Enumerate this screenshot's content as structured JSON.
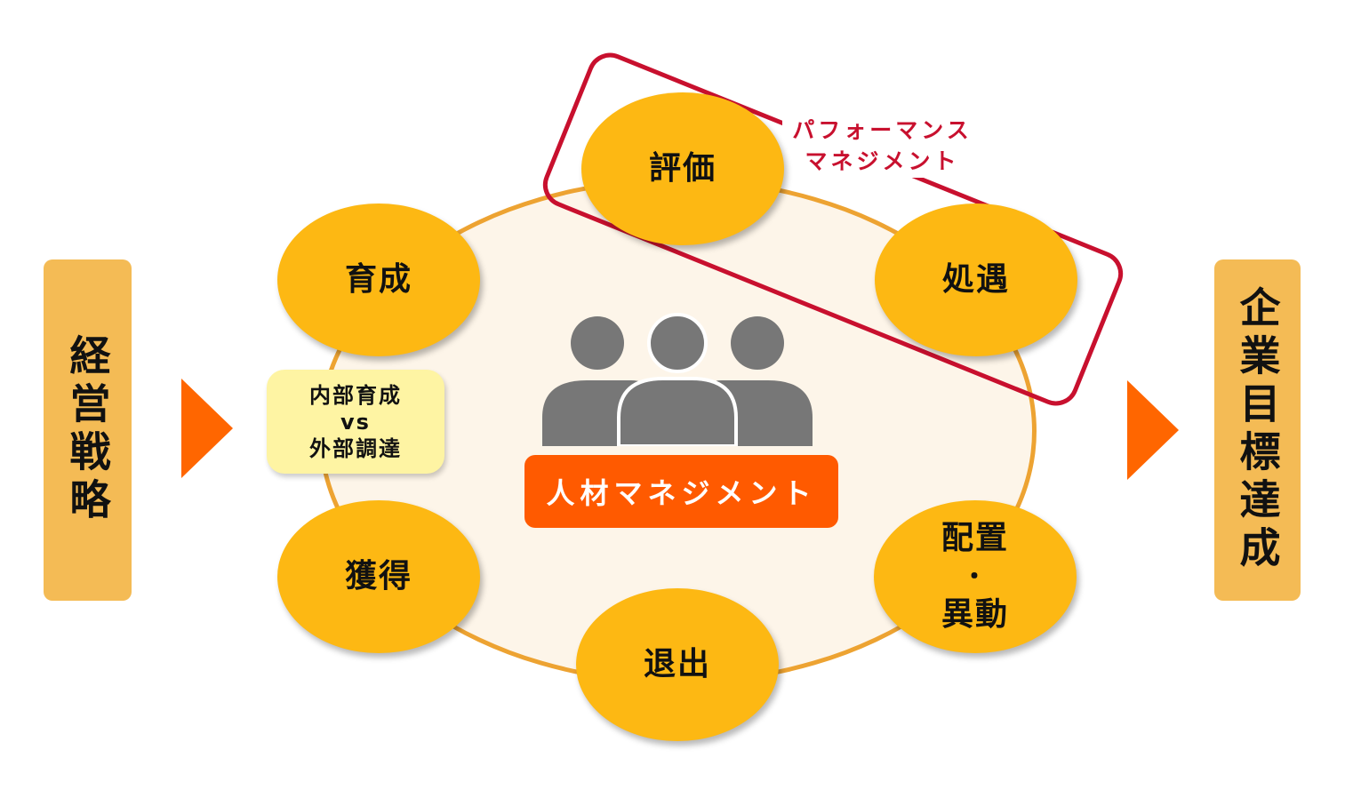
{
  "left_box": {
    "text": "経営戦略"
  },
  "right_box": {
    "text": "企業目標達成"
  },
  "center": {
    "label": "人材マネジメント",
    "icon": "people-group-icon"
  },
  "nodes": {
    "evaluation": "評価",
    "treatment": "処遇",
    "development": "育成",
    "acquisition": "獲得",
    "exit": "退出",
    "placement_line1": "配置",
    "placement_sep": "・",
    "placement_line2": "異動"
  },
  "note": {
    "line1": "内部育成",
    "line2": "vs",
    "line3": "外部調達"
  },
  "performance": {
    "line1": "パフォーマンス",
    "line2": "マネジメント"
  },
  "colors": {
    "side_box": "#f4bb55",
    "arrow": "#ff6600",
    "node": "#fdb813",
    "ellipse_fill": "#fdf5e9",
    "ellipse_border": "#eda332",
    "center_label": "#ff5a00",
    "performance_frame": "#c8102e",
    "note": "#fef4a3",
    "icon": "#777777"
  }
}
